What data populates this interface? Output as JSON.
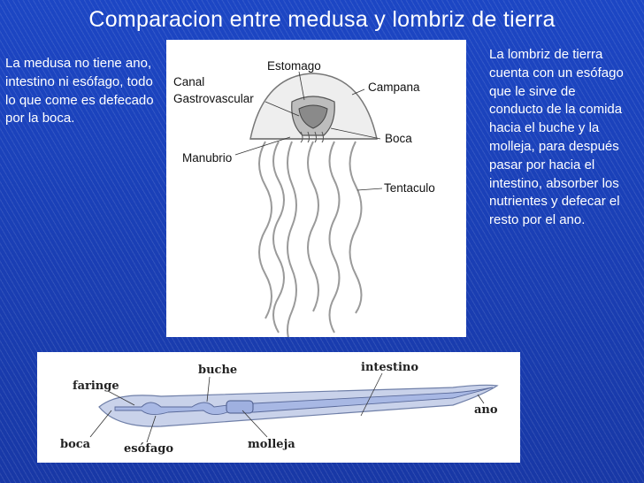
{
  "title": "Comparacion entre medusa y lombriz de tierra",
  "left_text": "La medusa no tiene ano, intestino ni esófago, todo lo que come es defecado por la boca.",
  "right_text": "La lombriz de tierra cuenta con un esófago que le sirve de conducto de la comida hacia el buche y la molleja, para después pasar por hacia el intestino, absorber los nutrientes y defecar el resto por el ano.",
  "jellyfish": {
    "labels": {
      "estomago": "Estomago",
      "canal": "Canal",
      "gastrovascular": "Gastrovascular",
      "campana": "Campana",
      "boca": "Boca",
      "manubrio": "Manubrio",
      "tentaculo": "Tentaculo"
    }
  },
  "worm": {
    "labels": {
      "faringe": "faringe",
      "buche": "buche",
      "intestino": "intestino",
      "ano": "ano",
      "boca": "boca",
      "esofago": "esófago",
      "molleja": "molleja"
    }
  },
  "colors": {
    "background": "#1a3fb8",
    "text": "#ffffff",
    "worm_body": "#c9d2ea",
    "worm_gut": "#a8b8e4"
  }
}
